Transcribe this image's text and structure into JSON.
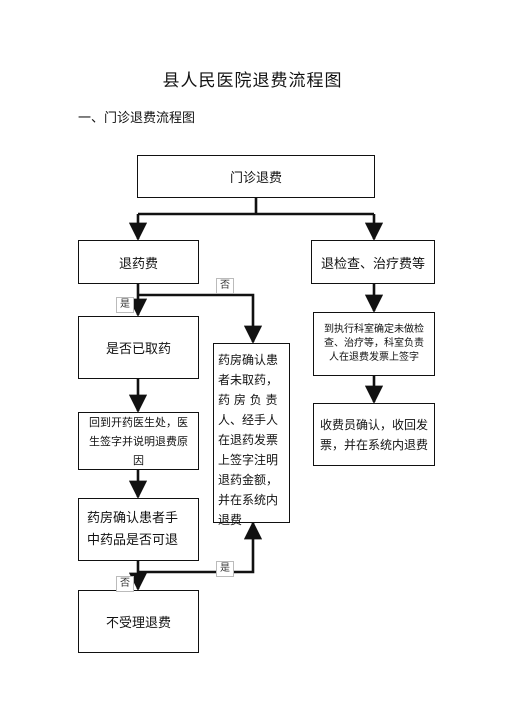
{
  "title": "县人民医院退费流程图",
  "section": "一、门诊退费流程图",
  "nodes": {
    "outpatient_refund": "门诊退费",
    "drug_refund": "退药费",
    "exam_refund": "退检查、治疗费等",
    "drug_taken_check": "是否已取药",
    "pharmacy_confirm_not_taken": "药房确认患者未取药，药 房 负 责人、经手人在退药发票上签字注明退药金额，并在系统内退费",
    "dept_confirm": "到执行科室确定未做检查、治疗等，科室负责人在退费发票上签字",
    "cashier_confirm": "收费员确认，收回发票，并在系统内退费",
    "return_doctor": "回到开药医生处，医生签字并说明退费原因",
    "pharmacy_check_returnable": "药房确认患者手中药品是否可退",
    "not_accepted": "不受理退费"
  },
  "labels": {
    "no_top": "否",
    "yes_top": "是",
    "yes_bottom": "是",
    "no_bottom": "否"
  }
}
